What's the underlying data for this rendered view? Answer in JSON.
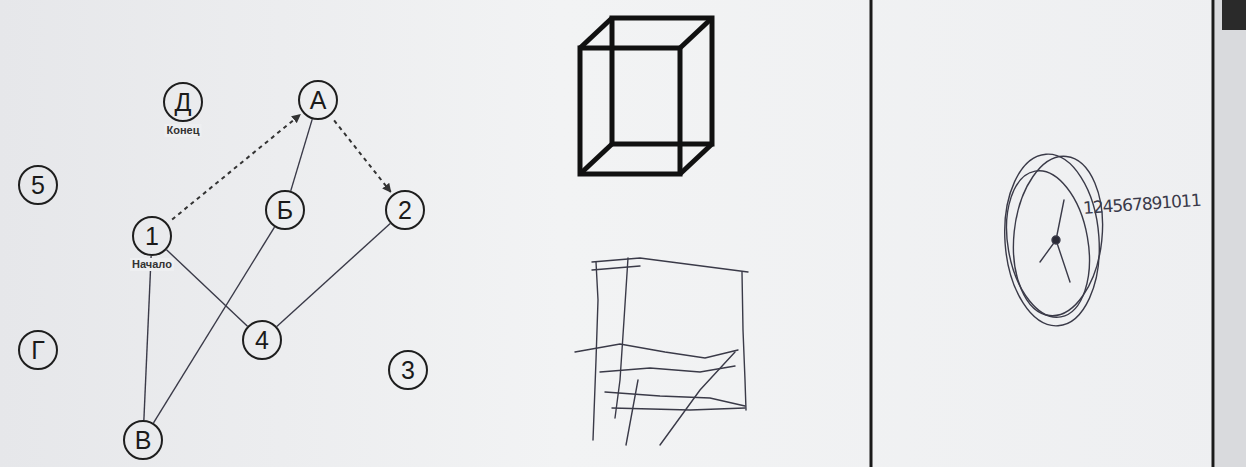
{
  "diagram": {
    "nodes": [
      {
        "text": [
          "Д",
          "Конец"
        ]
      },
      {
        "text": [
          "А"
        ]
      },
      {
        "text": [
          "5"
        ]
      },
      {
        "text": [
          "1",
          "Начало"
        ]
      },
      {
        "text": [
          "Б"
        ]
      },
      {
        "text": [
          "2"
        ]
      },
      {
        "text": [
          "Г"
        ]
      },
      {
        "text": [
          "4"
        ]
      },
      {
        "text": [
          "3"
        ]
      },
      {
        "text": [
          "В"
        ]
      }
    ],
    "edges": [
      {
        "from": 3,
        "to": 1,
        "arrow": "to"
      },
      {
        "from": 1,
        "to": 5,
        "arrow": "to"
      },
      {
        "from": 1,
        "to": 4,
        "arrow": "none"
      },
      {
        "from": 4,
        "to": 9,
        "arrow": "none"
      },
      {
        "from": 9,
        "to": 3,
        "arrow": "none"
      },
      {
        "from": 3,
        "to": 7,
        "arrow": "none"
      },
      {
        "from": 7,
        "to": 5,
        "arrow": "none"
      }
    ],
    "labels": [
      "124567891011"
    ]
  }
}
